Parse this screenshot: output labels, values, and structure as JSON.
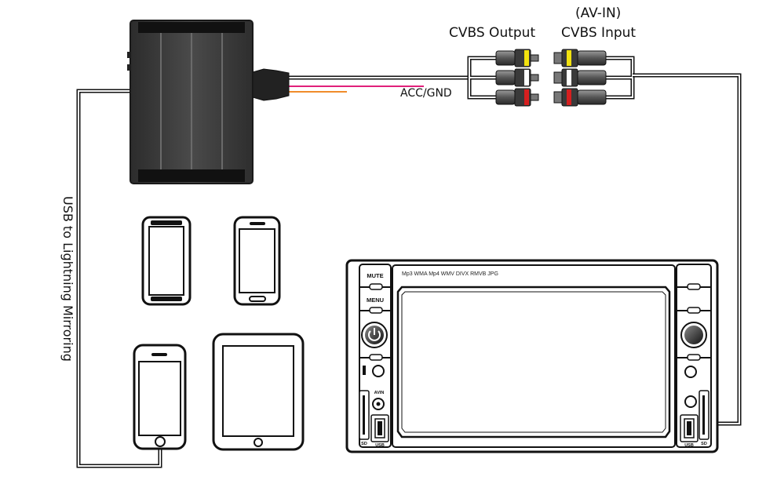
{
  "labels": {
    "cvbs_output": "CVBS Output",
    "av_in": "(AV-IN)",
    "cvbs_input": "CVBS Input",
    "acc_gnd": "ACC/GND",
    "usb_lightning": "USB to Lightning Mirroring"
  },
  "head_unit": {
    "mute": "MUTE",
    "menu": "MENU",
    "formats": "Mp3 WMA Mp4 WMV DIVX RMVB JPG",
    "avin": "AVIN",
    "sd_left": "SD",
    "usb_left": "USB",
    "usb_right": "USB",
    "sd_right": "SD"
  },
  "colors": {
    "box": "#3a3a3a",
    "rca_yellow": "#f2e20f",
    "rca_white": "#ffffff",
    "rca_red": "#d61f1f",
    "acc_wire": "#e0207a",
    "gnd_wire": "#f08c2a"
  }
}
